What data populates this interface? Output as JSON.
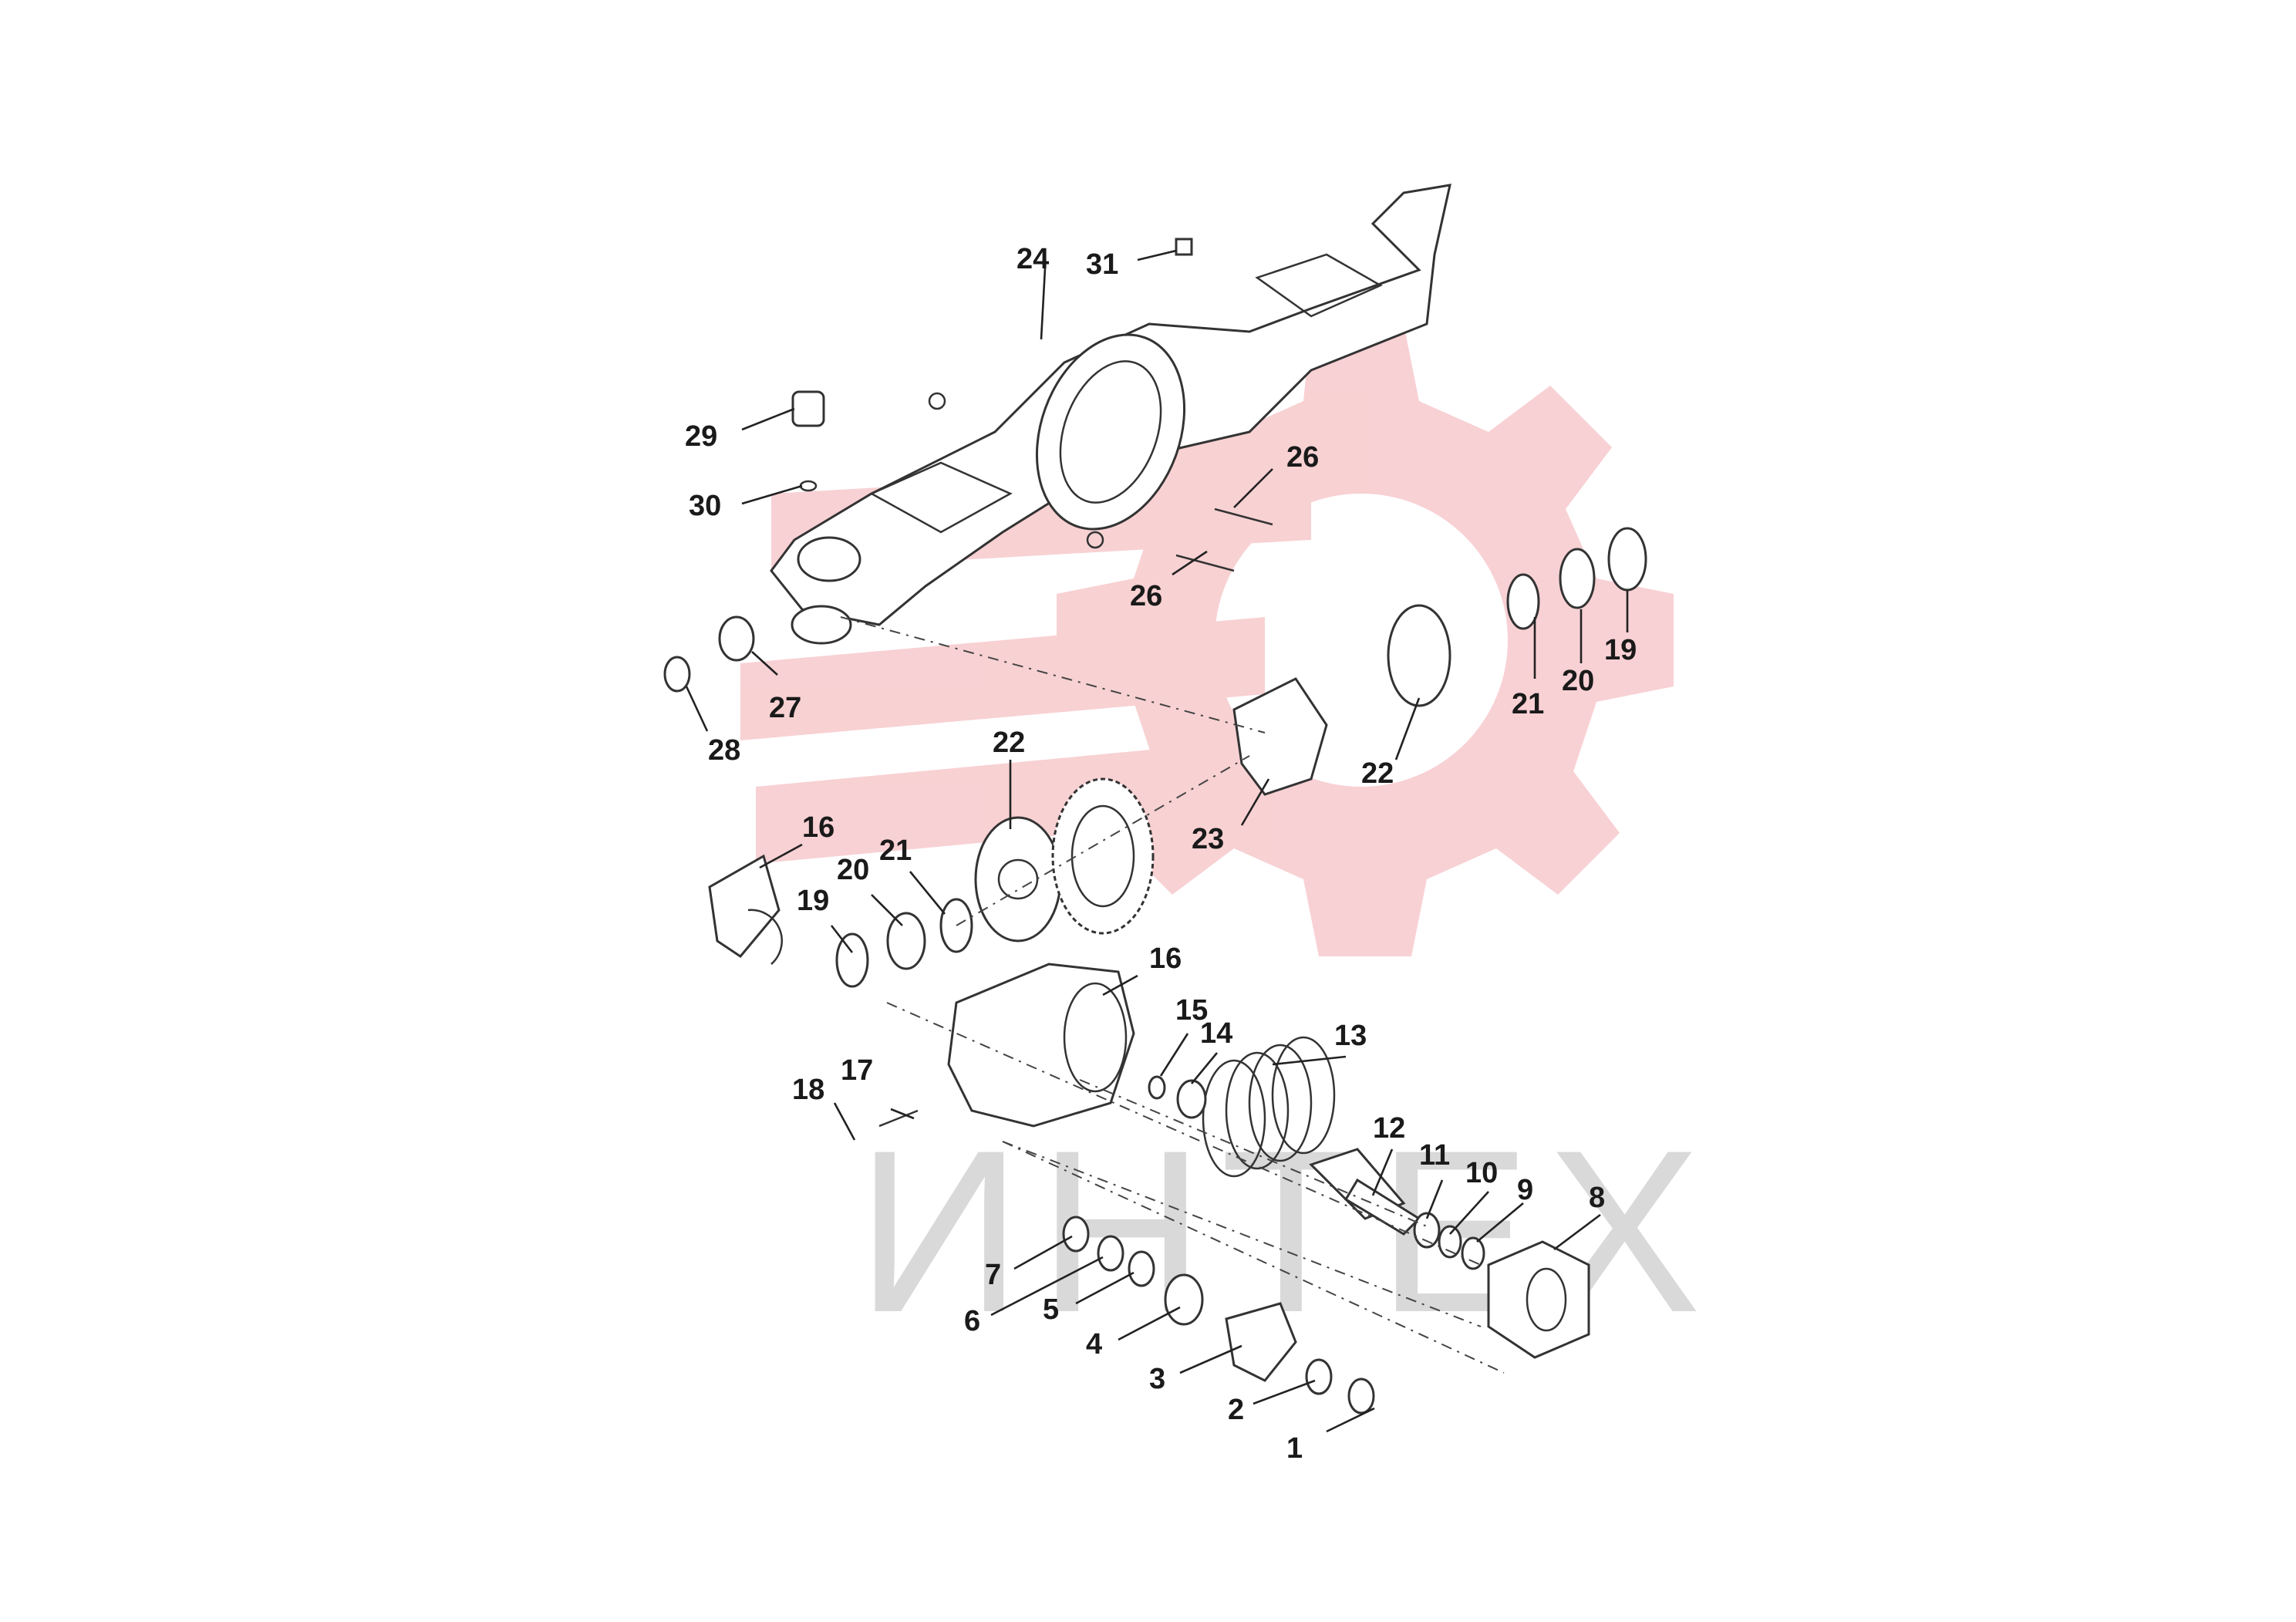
{
  "watermark": {
    "text": "ИНТЕХ",
    "gear_color": "#f7c9cc",
    "text_color": "#d9d9d9"
  },
  "callouts": {
    "c1": "1",
    "c2": "2",
    "c3": "3",
    "c4": "4",
    "c5": "5",
    "c6": "6",
    "c7": "7",
    "c8": "8",
    "c9": "9",
    "c10": "10",
    "c11": "11",
    "c12": "12",
    "c13": "13",
    "c14": "14",
    "c15": "15",
    "c16a": "16",
    "c16b": "16",
    "c17": "17",
    "c18": "18",
    "c19a": "19",
    "c19b": "19",
    "c20a": "20",
    "c20b": "20",
    "c21a": "21",
    "c21b": "21",
    "c22a": "22",
    "c22b": "22",
    "c23": "23",
    "c24": "24",
    "c26a": "26",
    "c26b": "26",
    "c27": "27",
    "c28": "28",
    "c29": "29",
    "c30": "30",
    "c31": "31"
  }
}
